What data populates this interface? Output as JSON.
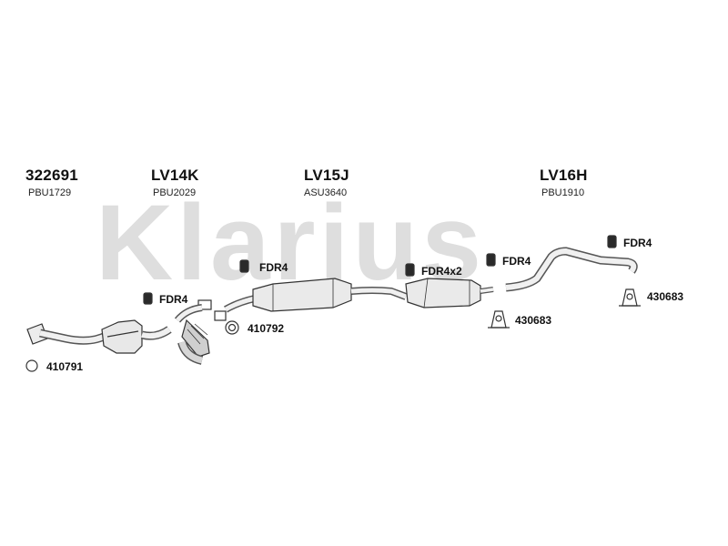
{
  "watermark": "Klarius",
  "sections": [
    {
      "code": "322691",
      "ref": "PBU1729"
    },
    {
      "code": "LV14K",
      "ref": "PBU2029"
    },
    {
      "code": "LV15J",
      "ref": "ASU3640"
    },
    {
      "code": "LV16H",
      "ref": "PBU1910"
    }
  ],
  "fittings": {
    "fdr4_a": "FDR4",
    "fdr4_b": "FDR4",
    "fdr4x2": "FDR4x2",
    "fdr4_c": "FDR4",
    "fdr4_d": "FDR4",
    "ring_410791": "410791",
    "ring_410792": "410792",
    "clamp_430683_a": "430683",
    "clamp_430683_b": "430683"
  },
  "colors": {
    "line": "#333333",
    "pipe_fill": "#f2f2f2",
    "watermark": "#dedede",
    "hanger": "#222222"
  }
}
